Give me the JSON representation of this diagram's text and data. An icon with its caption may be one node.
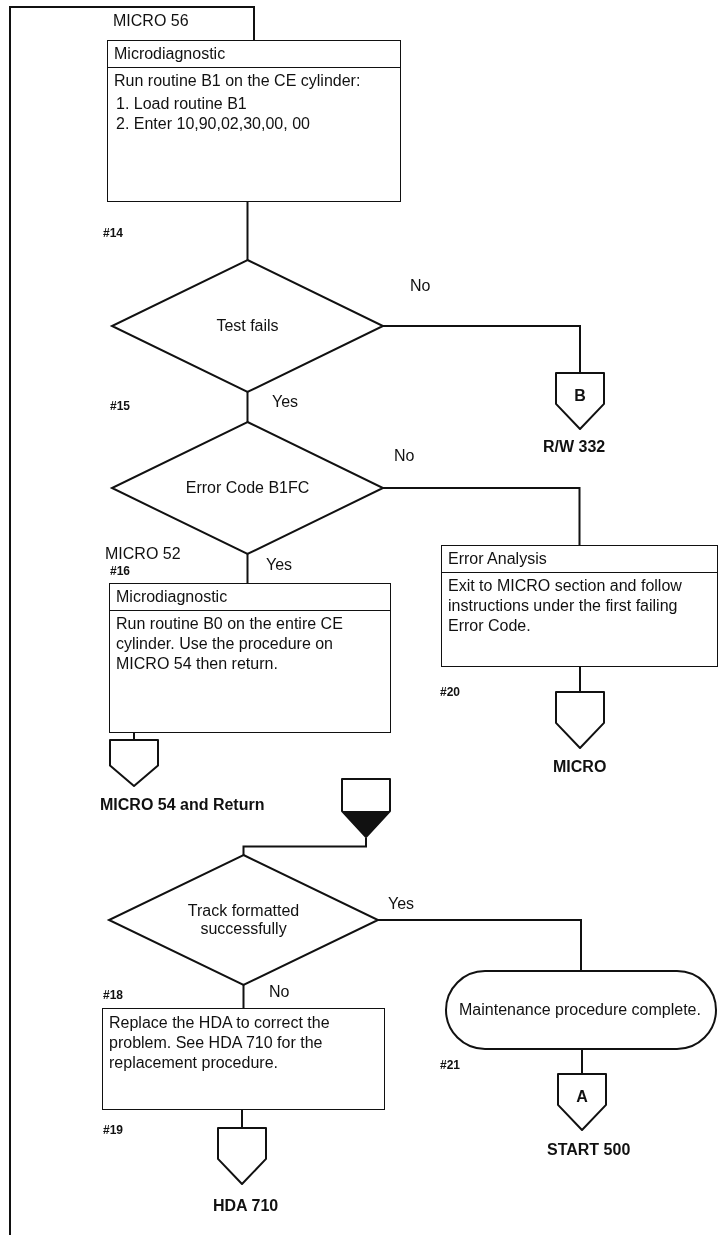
{
  "diagram": {
    "nodes": [
      {
        "text": [
          "Microdiagnostic",
          "Run routine B1 on the CE cylinder:",
          "1. Load routine B1",
          "2. Enter 10,90,02,30,00, 00"
        ]
      },
      {
        "text": [
          "Test fails"
        ]
      },
      {
        "text": [
          "B"
        ],
        "beside": [
          "R/W 332"
        ]
      },
      {
        "text": [
          "Error Code B1FC"
        ]
      },
      {
        "text": [
          "Microdiagnostic",
          "Run routine B0 on the entire CE cylinder. Use the procedure on MICRO 54 then return."
        ]
      },
      {
        "text": [],
        "shape": "pentagon",
        "beside": [
          "MICRO 54 and Return"
        ]
      },
      {
        "text": [
          "Error Analysis",
          "Exit to MICRO section and follow instructions under the first failing Error Code."
        ]
      },
      {
        "text": [],
        "shape": "pentagon",
        "beside": [
          "MICRO"
        ]
      },
      {
        "text": [],
        "shape": "connector"
      },
      {
        "text": [
          "Track formatted successfully"
        ]
      },
      {
        "text": [
          "Replace the HDA to correct the problem. See HDA 710 for the replacement procedure."
        ]
      },
      {
        "text": [],
        "shape": "pentagon",
        "beside": [
          "HDA 710"
        ]
      },
      {
        "text": [
          "Maintenance procedure complete."
        ]
      },
      {
        "text": [
          "A"
        ],
        "beside": [
          "START 500"
        ]
      }
    ],
    "edges": [
      {
        "from": null,
        "to": 0,
        "arrow": "none"
      },
      {
        "from": 0,
        "to": 1,
        "arrow": "none"
      },
      {
        "from": 1,
        "to": 2,
        "arrow": "none",
        "label": "No"
      },
      {
        "from": 1,
        "to": 3,
        "arrow": "none",
        "label": "Yes"
      },
      {
        "from": 3,
        "to": 6,
        "arrow": "none",
        "label": "No"
      },
      {
        "from": 3,
        "to": 4,
        "arrow": "none",
        "label": "Yes"
      },
      {
        "from": 4,
        "to": 5,
        "arrow": "none"
      },
      {
        "from": 6,
        "to": 7,
        "arrow": "none"
      },
      {
        "from": 8,
        "to": 9,
        "arrow": "none"
      },
      {
        "from": 9,
        "to": 12,
        "arrow": "none",
        "label": "Yes"
      },
      {
        "from": 9,
        "to": 10,
        "arrow": "none",
        "label": "No"
      },
      {
        "from": 10,
        "to": 11,
        "arrow": "none"
      },
      {
        "from": 12,
        "to": 13,
        "arrow": "none"
      }
    ],
    "labels": [
      "MICRO 56",
      "#14",
      "#15",
      "MICRO 52",
      "#16",
      "#20",
      "#18",
      "#21",
      "#19"
    ]
  }
}
